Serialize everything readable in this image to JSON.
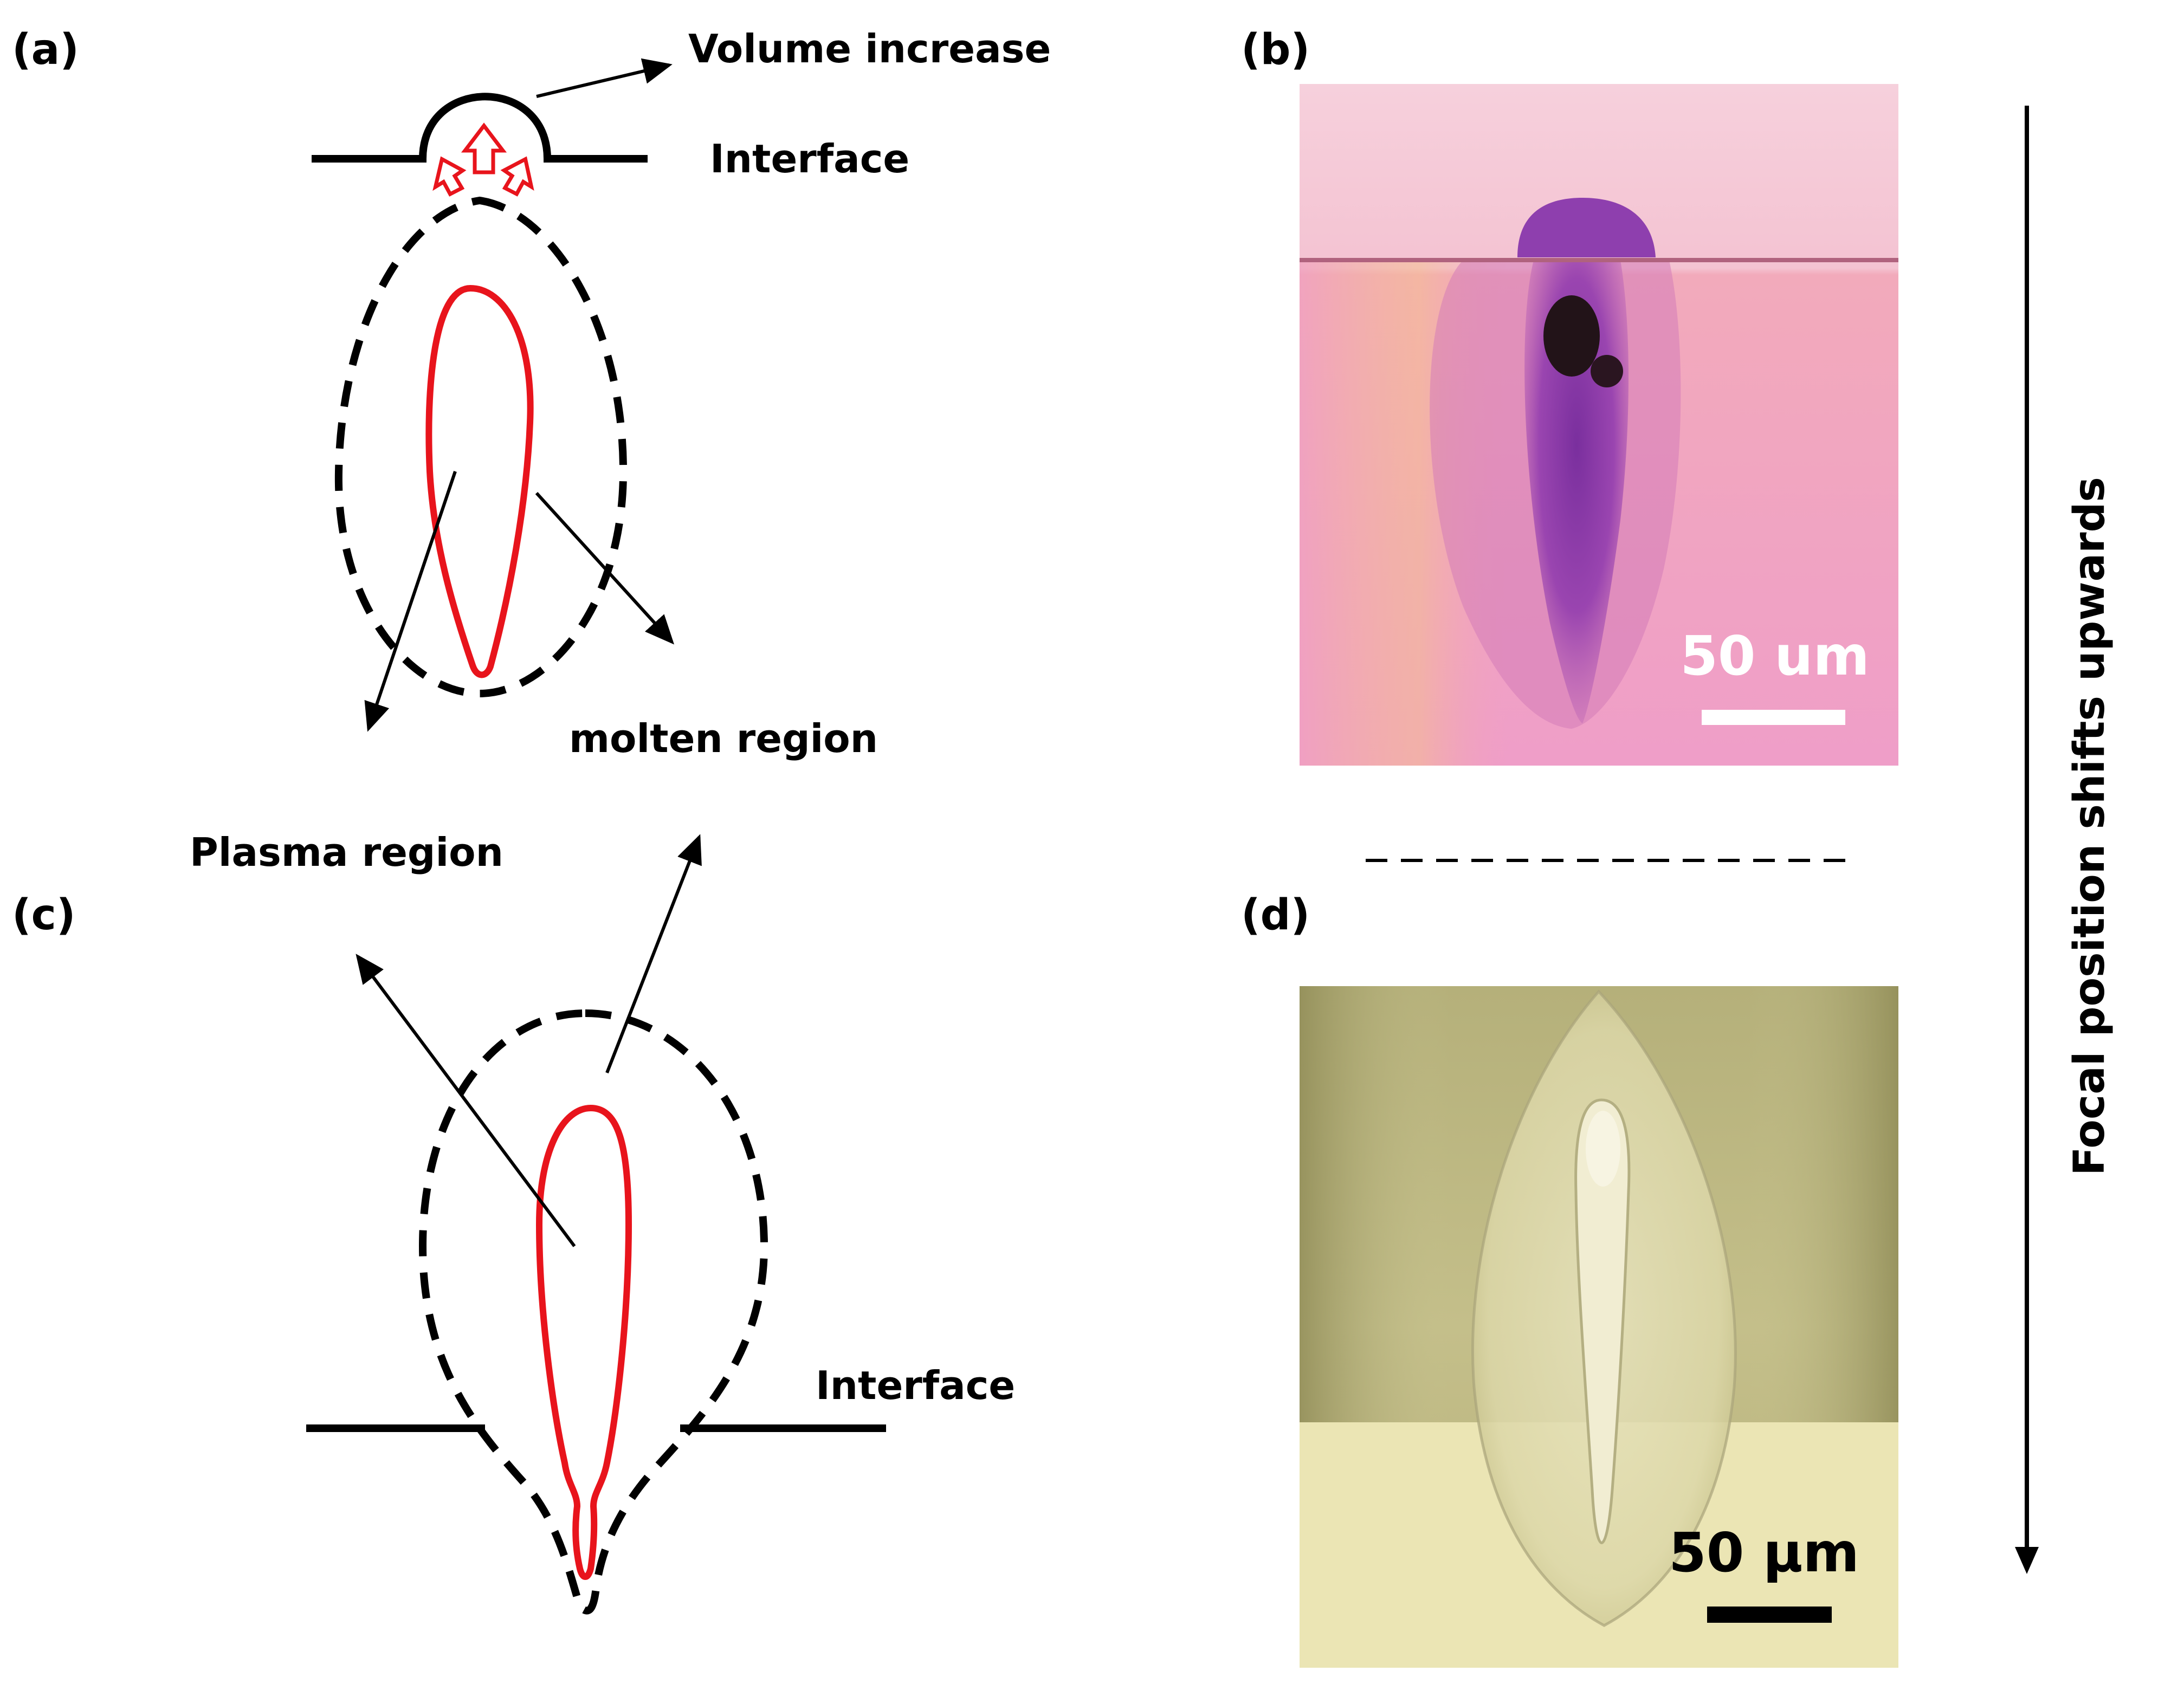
{
  "panels": {
    "a": "(a)",
    "b": "(b)",
    "c": "(c)",
    "d": "(d)"
  },
  "annotations": {
    "volume_increase": "Volume increase",
    "interface_top": "Interface",
    "molten_region": "molten region",
    "plasma_region": "Plasma region",
    "interface_bottom": "Interface",
    "focal_shift": "Focal position shifts upwards"
  },
  "scale_bars": {
    "b": "50 um",
    "d": "50 μm"
  },
  "colors": {
    "plasma_outline": "#e8141c",
    "molten_outline": "#000000",
    "micrograph_b_bg": "#f2a9bf",
    "micrograph_b_stain": "#8a3aa6",
    "micrograph_d_bg": "#c9c48a",
    "micrograph_d_lower": "#ece6b4"
  }
}
